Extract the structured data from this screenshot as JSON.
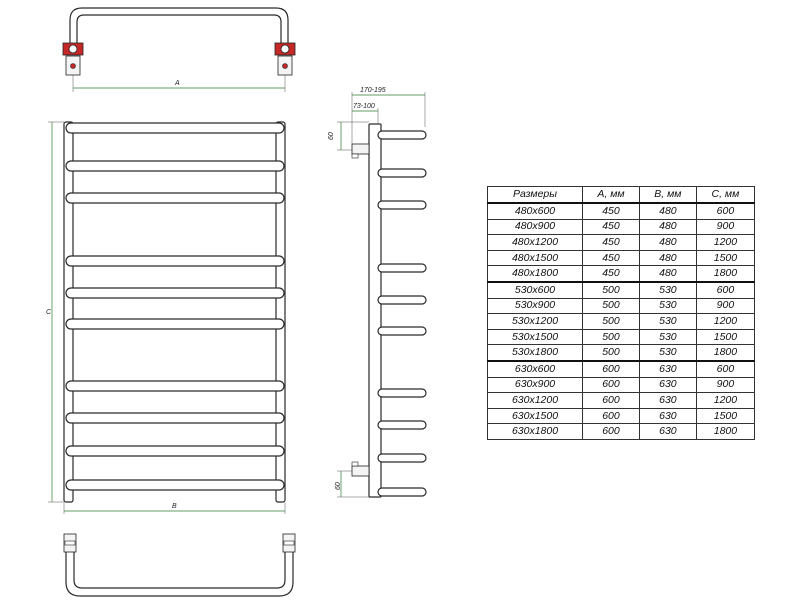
{
  "labels": {
    "dim_a": "A",
    "dim_b": "B",
    "dim_c": "C",
    "depth_outer": "170-195",
    "depth_inner": "73-100",
    "offset_top": "60",
    "offset_bottom": "60"
  },
  "table": {
    "headers": [
      "Размеры",
      "A, мм",
      "B, мм",
      "C, мм"
    ],
    "rows": [
      [
        "480x600",
        "450",
        "480",
        "600"
      ],
      [
        "480x900",
        "450",
        "480",
        "900"
      ],
      [
        "480x1200",
        "450",
        "480",
        "1200"
      ],
      [
        "480x1500",
        "450",
        "480",
        "1500"
      ],
      [
        "480x1800",
        "450",
        "480",
        "1800"
      ],
      [
        "530x600",
        "500",
        "530",
        "600"
      ],
      [
        "530x900",
        "500",
        "530",
        "900"
      ],
      [
        "530x1200",
        "500",
        "530",
        "1200"
      ],
      [
        "530x1500",
        "500",
        "530",
        "1500"
      ],
      [
        "530x1800",
        "500",
        "530",
        "1800"
      ],
      [
        "630x600",
        "600",
        "630",
        "600"
      ],
      [
        "630x900",
        "600",
        "630",
        "900"
      ],
      [
        "630x1200",
        "600",
        "630",
        "1200"
      ],
      [
        "630x1500",
        "600",
        "630",
        "1500"
      ],
      [
        "630x1800",
        "600",
        "630",
        "1800"
      ]
    ]
  },
  "colors": {
    "dimension_line": "#2e7d32",
    "connector": "#c62828",
    "outline": "#2a2a2a"
  }
}
